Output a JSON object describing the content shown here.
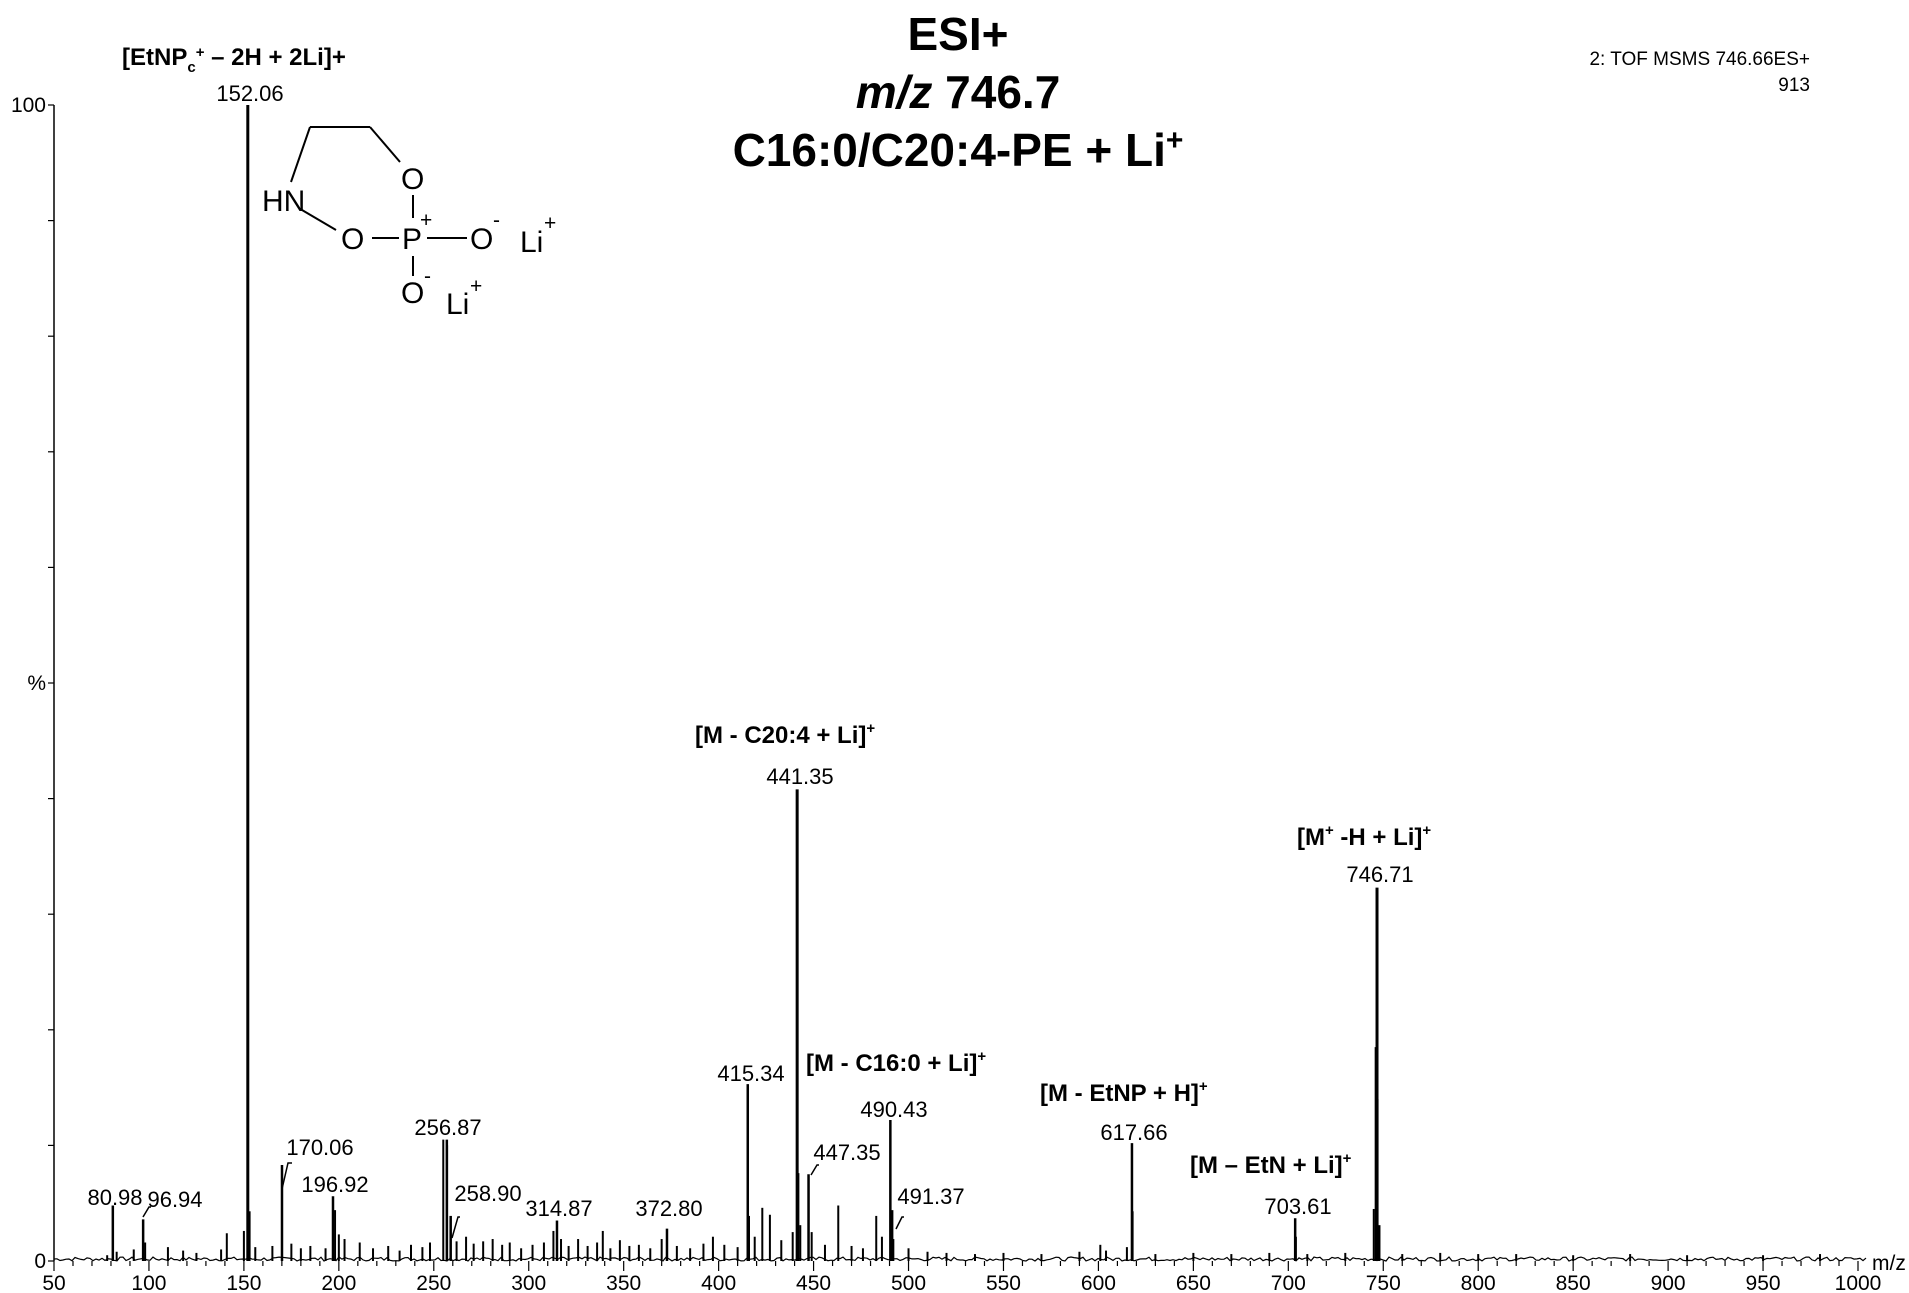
{
  "chart_data": {
    "type": "bar",
    "title": {
      "line1": "ESI+",
      "line2_italic": "m/z",
      "line2_value": " 746.7",
      "line3": "C16:0/C20:4-PE + Li",
      "line3_sup": "+"
    },
    "xlabel": "m/z",
    "ylabel": "%",
    "xlim": [
      50,
      1000
    ],
    "ylim": [
      0,
      100
    ],
    "x_ticks": [
      50,
      100,
      150,
      200,
      250,
      300,
      350,
      400,
      450,
      500,
      550,
      600,
      650,
      700,
      750,
      800,
      850,
      900,
      950,
      1000
    ],
    "y_tick_labels": [
      {
        "value": 100,
        "label": "100"
      },
      {
        "value": 50,
        "label": "%"
      },
      {
        "value": 0,
        "label": "0"
      }
    ],
    "info": {
      "line1": "2: TOF MSMS 746.66ES+",
      "line2": "913"
    },
    "peaks": [
      {
        "mz": 80.98,
        "intensity": 4.8,
        "label": "80.98"
      },
      {
        "mz": 96.94,
        "intensity": 3.6,
        "label": "96.94"
      },
      {
        "mz": 152.06,
        "intensity": 100,
        "label": "152.06"
      },
      {
        "mz": 170.06,
        "intensity": 8.3,
        "label": "170.06"
      },
      {
        "mz": 196.92,
        "intensity": 5.6,
        "label": "196.92"
      },
      {
        "mz": 256.87,
        "intensity": 10.5,
        "label": "256.87"
      },
      {
        "mz": 258.9,
        "intensity": 3.9,
        "label": "258.90"
      },
      {
        "mz": 314.87,
        "intensity": 3.5,
        "label": "314.87"
      },
      {
        "mz": 372.8,
        "intensity": 2.8,
        "label": "372.80"
      },
      {
        "mz": 415.34,
        "intensity": 15.3,
        "label": "415.34"
      },
      {
        "mz": 441.35,
        "intensity": 40.8,
        "label": "441.35"
      },
      {
        "mz": 447.35,
        "intensity": 7.5,
        "label": "447.35"
      },
      {
        "mz": 490.43,
        "intensity": 12.2,
        "label": "490.43"
      },
      {
        "mz": 491.37,
        "intensity": 4.4,
        "label": "491.37"
      },
      {
        "mz": 617.66,
        "intensity": 10.2,
        "label": "617.66"
      },
      {
        "mz": 703.61,
        "intensity": 3.7,
        "label": "703.61"
      },
      {
        "mz": 746.71,
        "intensity": 32.3,
        "label": "746.71"
      }
    ],
    "minor_peaks": [
      [
        78,
        0.5
      ],
      [
        83,
        0.8
      ],
      [
        92,
        1.0
      ],
      [
        98,
        1.6
      ],
      [
        110,
        1.2
      ],
      [
        118,
        0.9
      ],
      [
        125,
        0.7
      ],
      [
        138,
        1.0
      ],
      [
        141,
        2.4
      ],
      [
        150,
        2.6
      ],
      [
        153,
        4.3
      ],
      [
        156,
        1.2
      ],
      [
        165,
        1.3
      ],
      [
        175,
        1.5
      ],
      [
        180,
        1.1
      ],
      [
        185,
        1.3
      ],
      [
        193,
        1.1
      ],
      [
        198,
        4.4
      ],
      [
        200,
        2.3
      ],
      [
        203,
        1.9
      ],
      [
        211,
        1.6
      ],
      [
        218,
        1.1
      ],
      [
        226,
        1.3
      ],
      [
        232,
        0.9
      ],
      [
        238,
        1.4
      ],
      [
        244,
        1.2
      ],
      [
        248,
        1.6
      ],
      [
        255,
        10.5
      ],
      [
        257,
        10.0
      ],
      [
        262,
        1.7
      ],
      [
        267,
        2.1
      ],
      [
        271,
        1.5
      ],
      [
        276,
        1.7
      ],
      [
        281,
        1.9
      ],
      [
        286,
        1.4
      ],
      [
        290,
        1.6
      ],
      [
        296,
        1.1
      ],
      [
        302,
        1.4
      ],
      [
        308,
        1.6
      ],
      [
        313,
        2.6
      ],
      [
        317,
        1.9
      ],
      [
        321,
        1.3
      ],
      [
        326,
        1.9
      ],
      [
        331,
        1.3
      ],
      [
        336,
        1.6
      ],
      [
        339,
        2.6
      ],
      [
        343,
        1.1
      ],
      [
        348,
        1.8
      ],
      [
        353,
        1.3
      ],
      [
        358,
        1.4
      ],
      [
        364,
        1.1
      ],
      [
        370,
        1.9
      ],
      [
        378,
        1.3
      ],
      [
        385,
        1.1
      ],
      [
        392,
        1.5
      ],
      [
        397,
        2.1
      ],
      [
        403,
        1.4
      ],
      [
        410,
        1.2
      ],
      [
        416,
        3.9
      ],
      [
        419,
        2.1
      ],
      [
        423,
        4.6
      ],
      [
        427,
        4.0
      ],
      [
        433,
        1.8
      ],
      [
        439,
        2.5
      ],
      [
        442,
        7.6
      ],
      [
        443,
        3.1
      ],
      [
        449,
        2.5
      ],
      [
        456,
        1.4
      ],
      [
        463,
        4.8
      ],
      [
        470,
        1.3
      ],
      [
        476,
        1.1
      ],
      [
        483,
        3.9
      ],
      [
        486,
        2.1
      ],
      [
        492,
        1.9
      ],
      [
        500,
        1.1
      ],
      [
        510,
        0.8
      ],
      [
        520,
        0.7
      ],
      [
        535,
        0.6
      ],
      [
        550,
        0.7
      ],
      [
        570,
        0.6
      ],
      [
        590,
        0.8
      ],
      [
        601,
        1.4
      ],
      [
        604,
        0.9
      ],
      [
        615,
        1.2
      ],
      [
        618,
        4.3
      ],
      [
        630,
        0.6
      ],
      [
        650,
        0.7
      ],
      [
        670,
        0.6
      ],
      [
        690,
        0.7
      ],
      [
        704,
        2.1
      ],
      [
        710,
        0.6
      ],
      [
        730,
        0.7
      ],
      [
        745,
        4.5
      ],
      [
        746,
        18.5
      ],
      [
        747,
        14.0
      ],
      [
        748,
        3.1
      ],
      [
        760,
        0.6
      ],
      [
        780,
        0.7
      ],
      [
        800,
        0.6
      ],
      [
        820,
        0.6
      ],
      [
        850,
        0.5
      ],
      [
        880,
        0.6
      ],
      [
        910,
        0.5
      ],
      [
        950,
        0.5
      ],
      [
        980,
        0.6
      ]
    ],
    "annotations": [
      {
        "main": "[EtNP",
        "sub": "c",
        "sup": "+",
        "rest": " – 2H + 2Li]+"
      },
      {
        "main": "[M - C20:4 + Li]",
        "sup": "+"
      },
      {
        "main": "[M - C16:0 + Li]",
        "sup": "+"
      },
      {
        "main": "[M - EtNP + H]",
        "sup": "+"
      },
      {
        "main": "[M – EtN + Li]",
        "sup": "+"
      },
      {
        "main": "[M",
        "sup": "+",
        "rest": " -H + Li]",
        "sup2": "+"
      }
    ],
    "structure": {
      "hn": "HN",
      "o_ring_top": "O",
      "o_ring_left": "O",
      "p": "P",
      "p_charge": "+",
      "o_right": "O",
      "o_right_charge": "-",
      "o_bottom": "O",
      "o_bottom_charge": "-",
      "li_1": "Li",
      "li_1_charge": "+",
      "li_2": "Li",
      "li_2_charge": "+"
    }
  }
}
